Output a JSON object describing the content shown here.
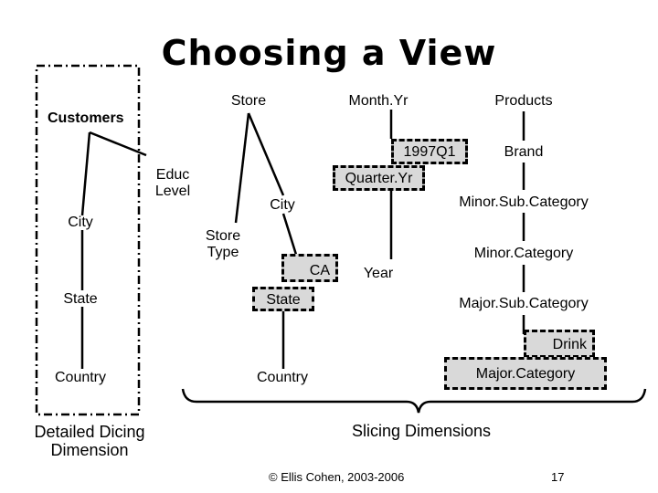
{
  "title": "Choosing a View",
  "dicing": {
    "customers": "Customers",
    "educ_level": "Educ\nLevel",
    "city": "City",
    "state": "State",
    "country": "Country",
    "caption": "Detailed Dicing\nDimension"
  },
  "store": {
    "store": "Store",
    "city": "City",
    "store_type": "Store\nType",
    "ca": "CA",
    "state": "State",
    "country": "Country"
  },
  "time": {
    "monthyr": "Month.Yr",
    "q1": "1997Q1",
    "quarteryr": "Quarter.Yr",
    "year": "Year"
  },
  "products": {
    "products": "Products",
    "brand": "Brand",
    "minor_sub": "Minor.Sub.Category",
    "minor": "Minor.Category",
    "major_sub": "Major.Sub.Category",
    "drink": "Drink",
    "major": "Major.Category"
  },
  "slicing_caption": "Slicing Dimensions",
  "footer": {
    "copyright": "© Ellis Cohen, 2003-2006",
    "page": "17"
  }
}
